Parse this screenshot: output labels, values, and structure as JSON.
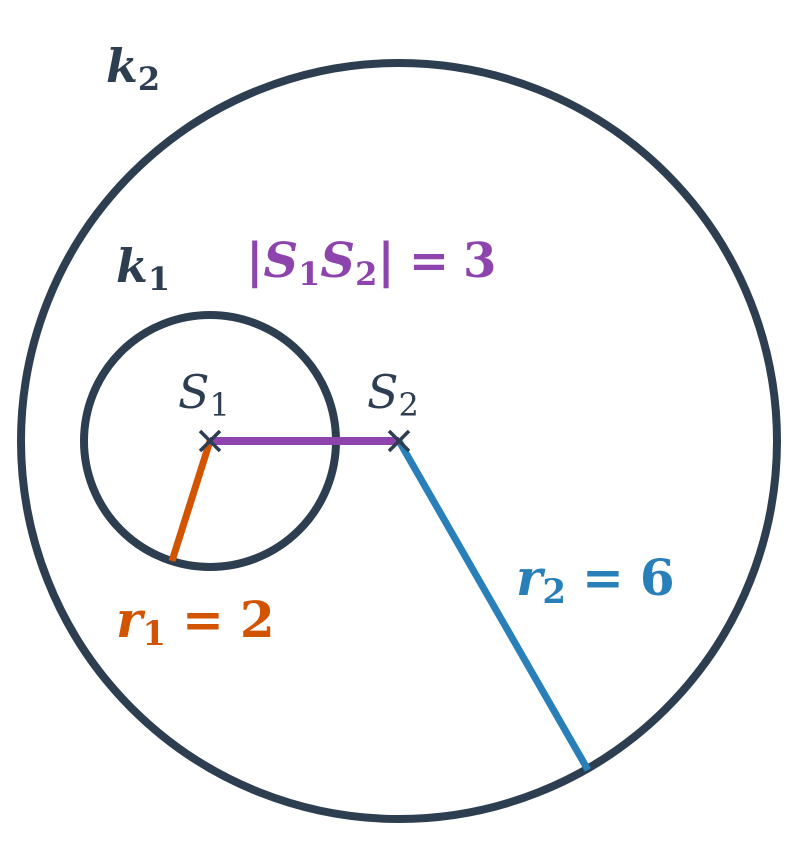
{
  "colors": {
    "circle_stroke": "#2c3e50",
    "radius1": "#d35400",
    "radius2": "#2980b9",
    "distance": "#8e44ad",
    "background": "#ffffff"
  },
  "circle_k1": {
    "name": "k",
    "subscript": "1"
  },
  "circle_k2": {
    "name": "k",
    "subscript": "2"
  },
  "center_s1": {
    "name": "S",
    "subscript": "1"
  },
  "center_s2": {
    "name": "S",
    "subscript": "2"
  },
  "radius_r1": {
    "name": "r",
    "subscript": "1",
    "equals": "=",
    "value": "2"
  },
  "radius_r2": {
    "name": "r",
    "subscript": "2",
    "equals": "=",
    "value": "6"
  },
  "distance_s1s2": {
    "bar_left": "|",
    "p1": "S",
    "p1_sub": "1",
    "p2": "S",
    "p2_sub": "2",
    "bar_right": "|",
    "equals": "=",
    "value": "3"
  }
}
